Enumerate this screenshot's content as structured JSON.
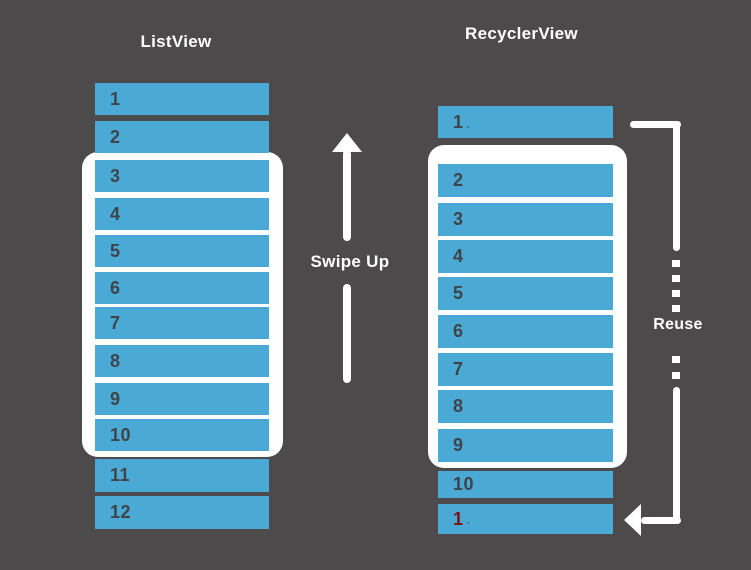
{
  "colors": {
    "background": "#4c4a4a",
    "row_blue": "#4aaad5",
    "number_dark": "#3f4449",
    "number_reused_red": "#7e1113",
    "arrow_white": "#ffffff"
  },
  "left_panel": {
    "title": "ListView",
    "rows": [
      {
        "label": "1"
      },
      {
        "label": "2"
      },
      {
        "label": "3"
      },
      {
        "label": "4"
      },
      {
        "label": "5"
      },
      {
        "label": "6"
      },
      {
        "label": "7"
      },
      {
        "label": "8"
      },
      {
        "label": "9"
      },
      {
        "label": "10"
      },
      {
        "label": "11"
      },
      {
        "label": "12"
      }
    ],
    "viewport_rows": "3-10"
  },
  "swipe_arrow": {
    "label": "Swipe Up",
    "direction": "up"
  },
  "right_panel": {
    "title": "RecyclerView",
    "rows": [
      {
        "label": "1",
        "dot": "."
      },
      {
        "label": "2"
      },
      {
        "label": "3"
      },
      {
        "label": "4"
      },
      {
        "label": "5"
      },
      {
        "label": "6"
      },
      {
        "label": "7"
      },
      {
        "label": "8"
      },
      {
        "label": "9"
      },
      {
        "label": "10"
      },
      {
        "label": "1",
        "dot": ".",
        "reused": true
      }
    ],
    "viewport_rows": "2-9"
  },
  "reuse_arrow": {
    "label": "Reuse",
    "direction": "top-row-to-bottom-row"
  }
}
